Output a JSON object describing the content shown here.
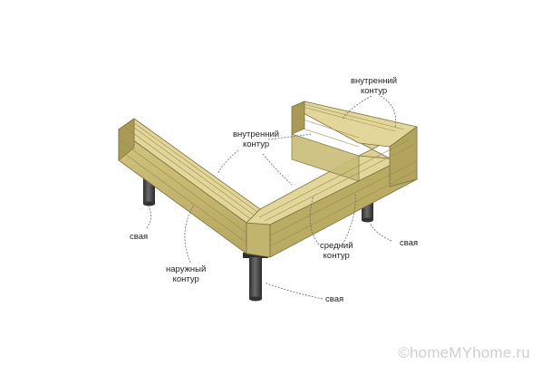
{
  "labels": {
    "inner_contour_top": [
      "внутренний",
      "контур"
    ],
    "inner_contour_mid": [
      "внутренний",
      "контур"
    ],
    "pile_left": "свая",
    "pile_right": "свая",
    "pile_bottom": "свая",
    "middle_contour": [
      "средний",
      "контур"
    ],
    "outer_contour": [
      "наружный",
      "контур"
    ]
  },
  "watermark": "©homeMYhome.ru",
  "colors": {
    "wood_top": "#e2d69a",
    "wood_side_light": "#cfc27c",
    "wood_side_dark": "#a99a55",
    "wood_edge": "#7d7240",
    "pile": "#4a4a4a",
    "plate": "#2e2e2e",
    "leader": "#6a6a6a"
  }
}
